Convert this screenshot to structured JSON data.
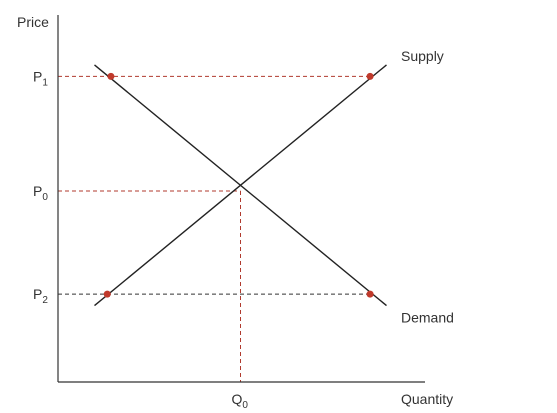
{
  "chart_data": {
    "type": "line",
    "title": "",
    "xlabel": "Quantity",
    "ylabel": "Price",
    "xlim": [
      0,
      10
    ],
    "ylim": [
      0,
      10
    ],
    "grid": false,
    "curves": [
      {
        "name": "Supply",
        "x": [
          1,
          9
        ],
        "y": [
          2,
          8.3
        ]
      },
      {
        "name": "Demand",
        "x": [
          1,
          9
        ],
        "y": [
          8.3,
          2
        ]
      }
    ],
    "price_levels": [
      {
        "base": "P",
        "sub": "1",
        "value": 8
      },
      {
        "base": "P",
        "sub": "0",
        "value": 5
      },
      {
        "base": "P",
        "sub": "2",
        "value": 2.3
      }
    ],
    "quantity_levels": [
      {
        "base": "Q",
        "sub": "0",
        "value": 5
      }
    ],
    "points": [
      {
        "x": 1.45,
        "y": 8
      },
      {
        "x": 8.55,
        "y": 8
      },
      {
        "x": 1.35,
        "y": 2.3
      },
      {
        "x": 8.55,
        "y": 2.3
      }
    ],
    "colors": {
      "axis": "#333333",
      "curve": "#222222",
      "guide_red": "#b03a2e",
      "guide_black": "#333333",
      "point": "#c0392b",
      "text": "#333333"
    }
  }
}
